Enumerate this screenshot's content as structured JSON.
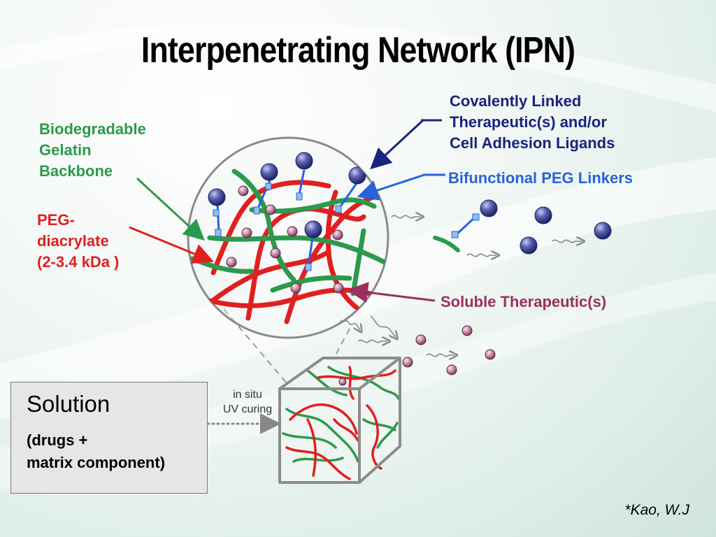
{
  "title": "Interpenetrating Network (IPN)",
  "labels": {
    "gelatin": [
      "Biodegradable",
      "Gelatin",
      "Backbone"
    ],
    "peg_diacrylate": [
      "PEG-",
      "diacrylate",
      "(2-3.4 kDa )"
    ],
    "covalent": [
      "Covalently Linked",
      "Therapeutic(s) and/or",
      "Cell Adhesion Ligands"
    ],
    "linkers": "Bifunctional PEG Linkers",
    "soluble": "Soluble Therapeutic(s)"
  },
  "solution": {
    "title": "Solution",
    "lines": [
      "(drugs +",
      "matrix component)"
    ]
  },
  "process": [
    "in situ",
    "UV curing"
  ],
  "citation": "*Kao, W.J",
  "colors": {
    "gelatin": "#2c9a4c",
    "peg": "#e02020",
    "covalent": "#1a237e",
    "linker": "#2962d9",
    "soluble": "#9c2f60",
    "bead": "#3a3f8f",
    "small_bead": "#b97fa0"
  }
}
